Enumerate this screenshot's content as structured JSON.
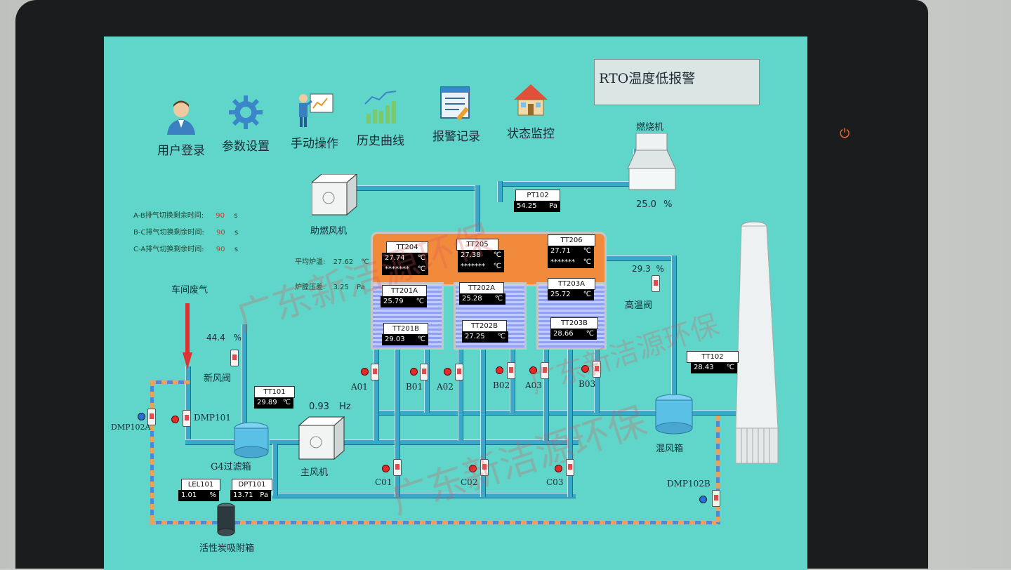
{
  "alarm": {
    "text": "RTO温度低报警"
  },
  "nav": [
    {
      "label": "用户登录",
      "icon": "user-icon"
    },
    {
      "label": "参数设置",
      "icon": "gear-icon"
    },
    {
      "label": "手动操作",
      "icon": "presenter-icon"
    },
    {
      "label": "历史曲线",
      "icon": "chart-icon"
    },
    {
      "label": "报警记录",
      "icon": "clipboard-icon"
    },
    {
      "label": "状态监控",
      "icon": "house-icon"
    }
  ],
  "timers": [
    {
      "label": "A-B排气切换剩余时间:",
      "value": "90",
      "unit": "s"
    },
    {
      "label": "B-C排气切换剩余时间:",
      "value": "90",
      "unit": "s"
    },
    {
      "label": "C-A排气切换剩余时间:",
      "value": "90",
      "unit": "s"
    }
  ],
  "furnace": {
    "avg_label": "平均炉温:",
    "avg_value": "27.62",
    "avg_unit": "℃",
    "press_label": "炉膛压差:",
    "press_value": "3.25",
    "press_unit": "Pa"
  },
  "sensors": {
    "TT204": {
      "tag": "TT204",
      "v1": "27.74",
      "v2": "*******",
      "unit": "℃"
    },
    "TT205": {
      "tag": "TT205",
      "v1": "27.38",
      "v2": "*******",
      "unit": "℃"
    },
    "TT206": {
      "tag": "TT206",
      "v1": "27.71",
      "v2": "*******",
      "unit": "℃"
    },
    "TT201A": {
      "tag": "TT201A",
      "v": "25.79",
      "unit": "℃"
    },
    "TT202A": {
      "tag": "TT202A",
      "v": "25.28",
      "unit": "℃"
    },
    "TT203A": {
      "tag": "TT203A",
      "v": "25.72",
      "unit": "℃"
    },
    "TT201B": {
      "tag": "TT201B",
      "v": "29.03",
      "unit": "℃"
    },
    "TT202B": {
      "tag": "TT202B",
      "v": "27.25",
      "unit": "℃"
    },
    "TT203B": {
      "tag": "TT203B",
      "v": "28.66",
      "unit": "℃"
    },
    "PT102": {
      "tag": "PT102",
      "v": "54.25",
      "unit": "Pa"
    },
    "TT101": {
      "tag": "TT101",
      "v": "29.89",
      "unit": "℃"
    },
    "TT102": {
      "tag": "TT102",
      "v": "28.43",
      "unit": "℃"
    },
    "LEL101": {
      "tag": "LEL101",
      "v": "1.01",
      "unit": "%"
    },
    "DPT101": {
      "tag": "DPT101",
      "v": "13.71",
      "unit": "Pa"
    }
  },
  "labels": {
    "burner": "燃烧机",
    "burner_pct": "25.0",
    "burner_unit": "%",
    "assist_fan": "助燃风机",
    "high_temp_valve": "高温阀",
    "high_temp_pct": "29.3",
    "high_temp_unit": "%",
    "workshop_gas": "车间废气",
    "fresh_valve": "新风阀",
    "fresh_pct": "44.4",
    "fresh_unit": "%",
    "main_fan": "主风机",
    "main_fan_hz": "0.93",
    "main_fan_unit": "Hz",
    "g4_filter": "G4过滤箱",
    "carbon_box": "活性炭吸附箱",
    "mix_box": "混风箱",
    "dmp101": "DMP101",
    "dmp102a": "DMP102A",
    "dmp102b": "DMP102B",
    "a01": "A01",
    "b01": "B01",
    "a02": "A02",
    "b02": "B02",
    "a03": "A03",
    "b03": "B03",
    "c01": "C01",
    "c02": "C02",
    "c03": "C03"
  },
  "watermarks": [
    "广东新洁源环保",
    "广东新洁源环保",
    "广东新洁源环保"
  ]
}
